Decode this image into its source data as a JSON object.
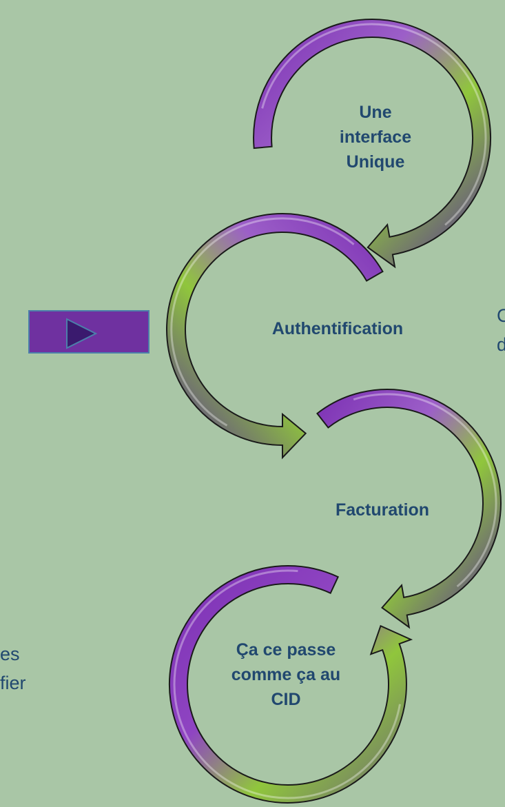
{
  "colors": {
    "background": "#a9c6a6",
    "arrow_purple": "#7b2fb3",
    "arrow_green": "#90c63c",
    "arrow_grey": "#6b6478",
    "text": "#21486f",
    "button_fill": "#6f31a0",
    "button_border": "#4c7faa",
    "play_triangle": "#3a1a6e"
  },
  "steps": [
    {
      "label": "Une\ninterface\nUnique"
    },
    {
      "label": "Authentification"
    },
    {
      "label": "Facturation"
    },
    {
      "label": "Ça ce passe\ncomme ça au\nCID"
    }
  ],
  "right_edge_text": "C\nd",
  "left_edge_text": "es\nfier",
  "play_button": {
    "icon": "play-icon"
  }
}
